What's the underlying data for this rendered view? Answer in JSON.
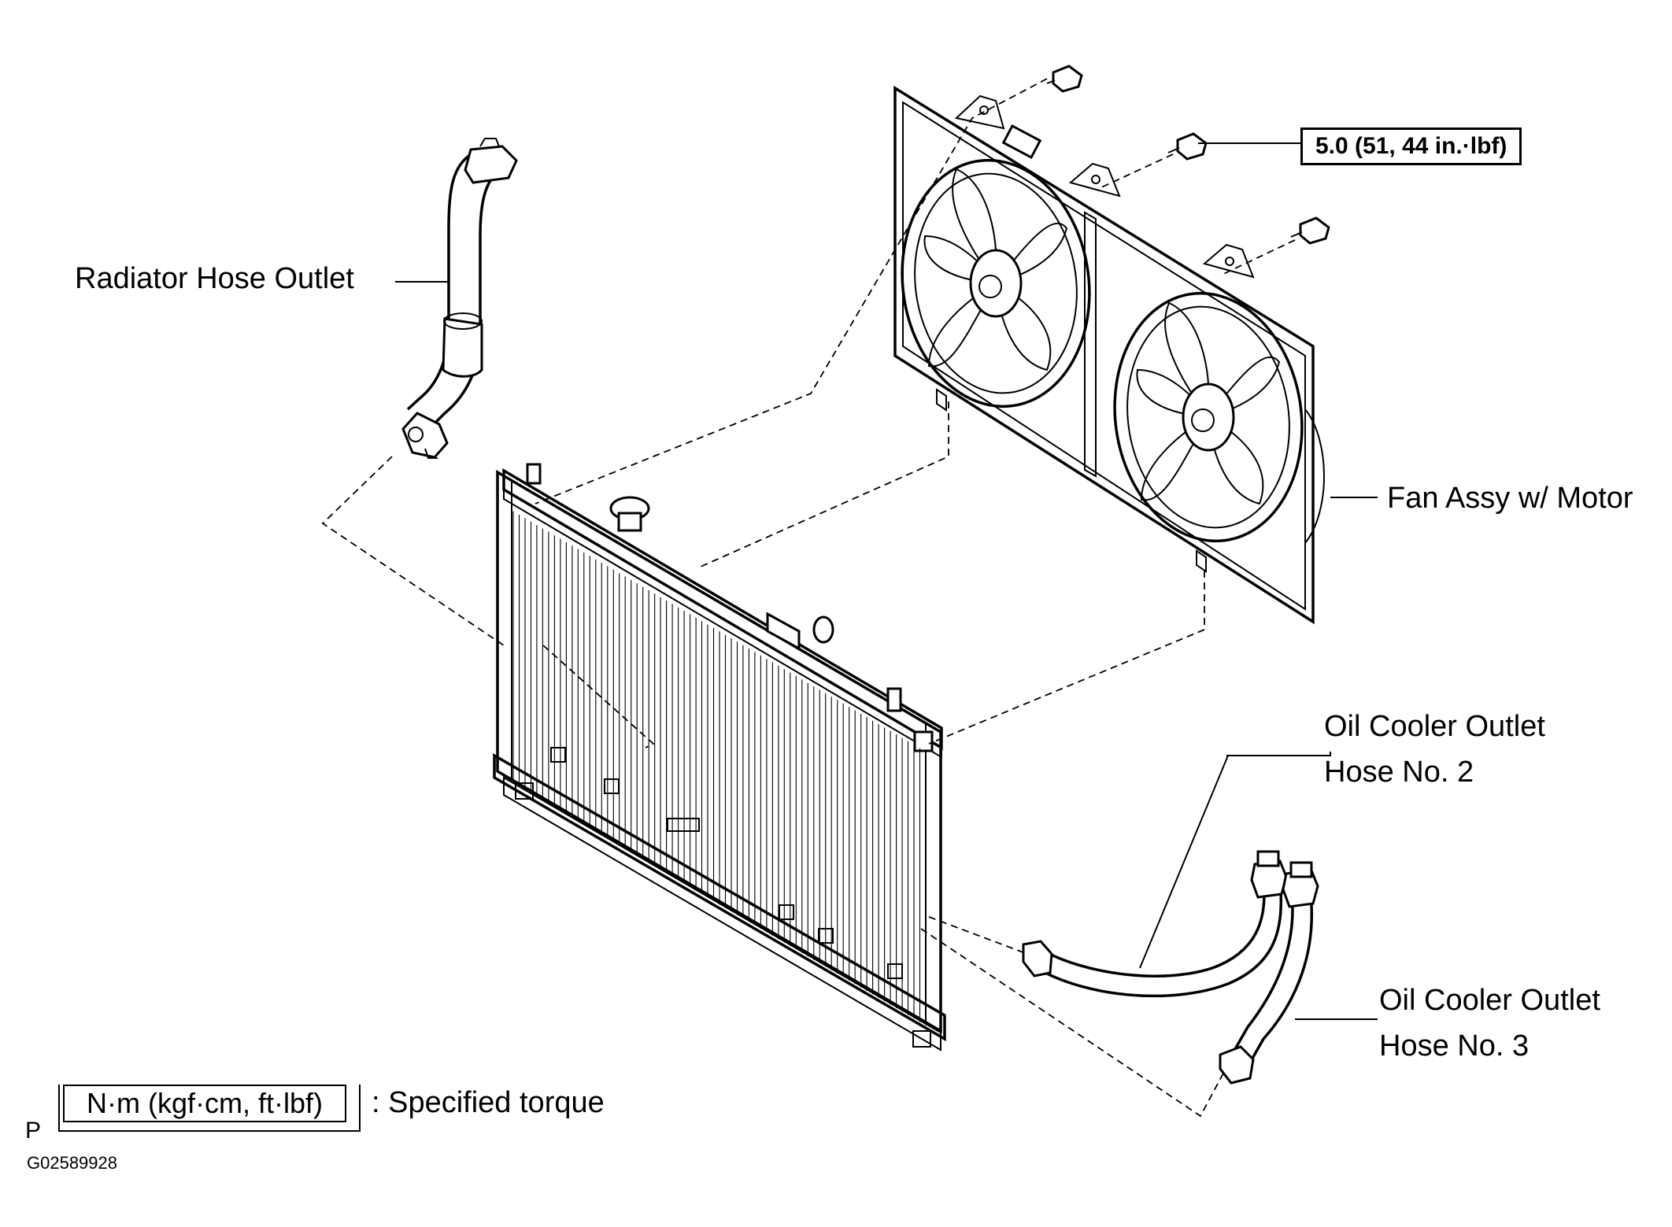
{
  "labels": {
    "radiator_hose_outlet": "Radiator Hose Outlet",
    "fan_assy": "Fan Assy w/ Motor",
    "oil_cooler_hose_2_line1": "Oil Cooler Outlet",
    "oil_cooler_hose_2_line2": "Hose No. 2",
    "oil_cooler_hose_3_line1": "Oil Cooler Outlet",
    "oil_cooler_hose_3_line2": "Hose No. 3"
  },
  "torque": {
    "value": "5.0 (51, 44 in.·lbf)"
  },
  "legend": {
    "prefix": "P",
    "unit": "N·m (kgf·cm, ft·lbf)",
    "description": ": Specified torque"
  },
  "figure_id": "G02589928"
}
